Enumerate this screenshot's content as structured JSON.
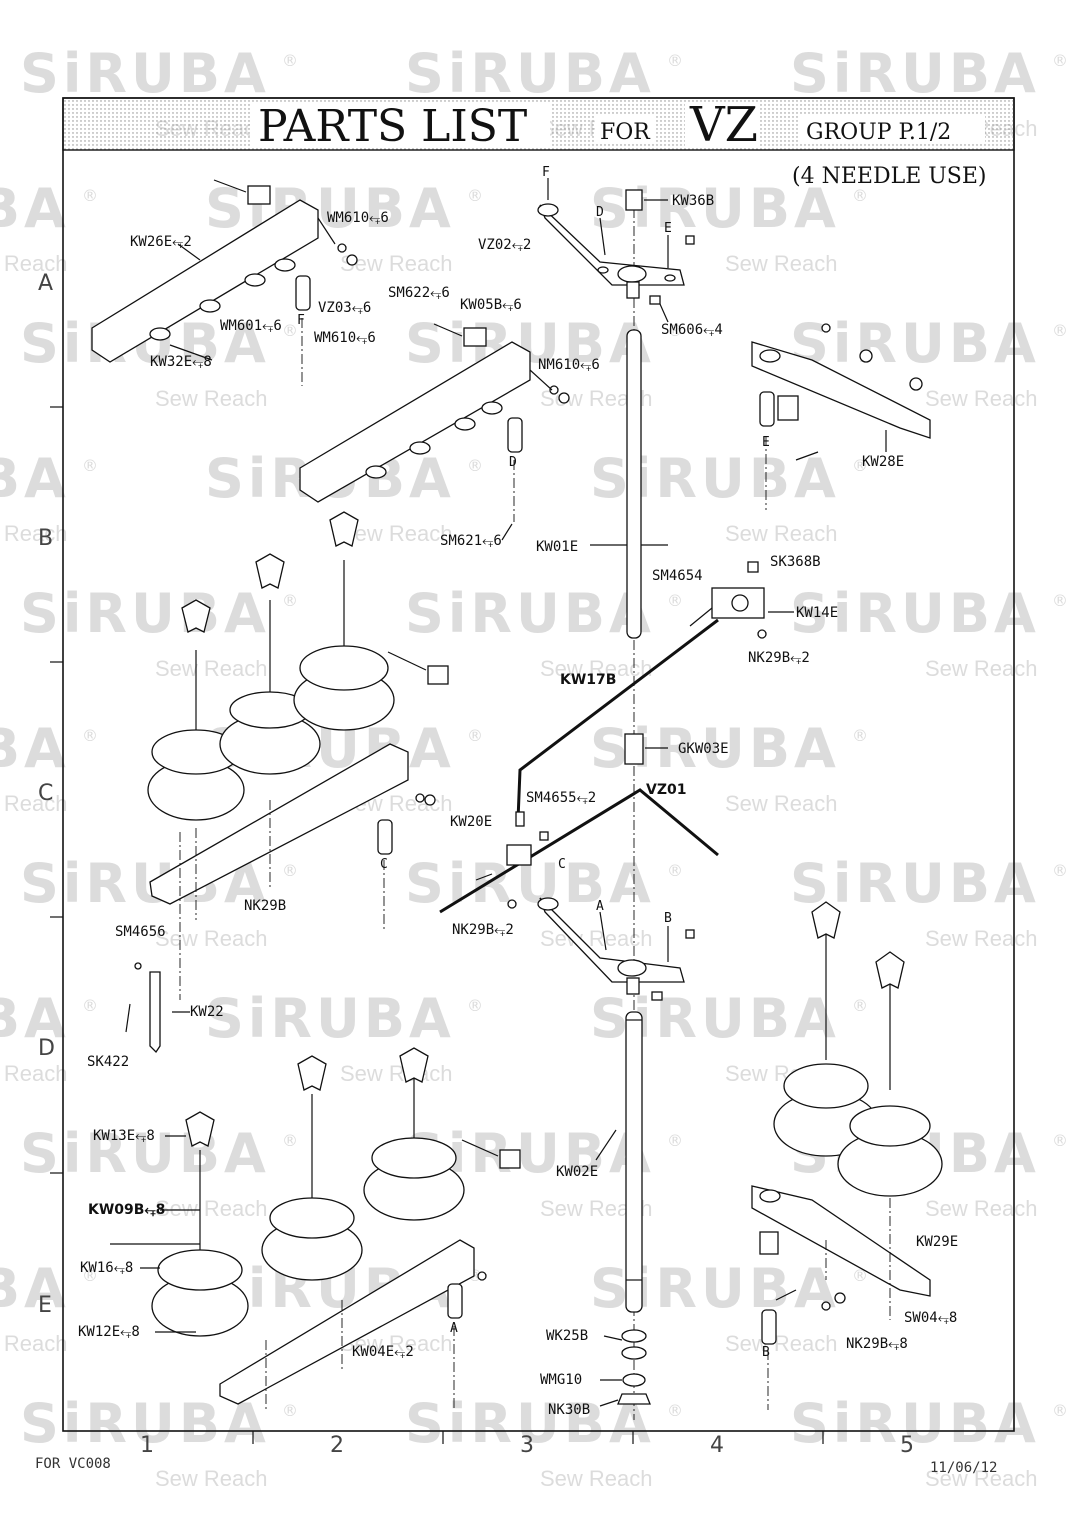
{
  "title": {
    "main": "PARTS LIST",
    "for": "FOR",
    "model": "VZ",
    "group": "GROUP P.1/2"
  },
  "subtitle": "(4 NEEDLE USE)",
  "watermark": {
    "logo": "SiRUBA",
    "sub": "Sew Reach",
    "reg": "®"
  },
  "row_labels": [
    "A",
    "B",
    "C",
    "D",
    "E"
  ],
  "column_labels": [
    "1",
    "2",
    "3",
    "4",
    "5"
  ],
  "footer": {
    "left": "FOR VC008",
    "right": "11/06/12"
  },
  "part_labels": {
    "kw36b": "KW36B",
    "vz02": "VZ02⥆2",
    "sm606": "SM606⥆4",
    "wm610_top": "WM610⥆6",
    "kw26e": "KW26E⥆2",
    "vz03": "VZ03⥆6",
    "wm601": "WM601⥆6",
    "wm610_bot": "WM610⥆6",
    "kw32e": "KW32E⥆8",
    "sm622": "SM622⥆6",
    "kw05b": "KW05B⥆6",
    "nm610": "NM610⥆6",
    "sm621": "SM621⥆6",
    "kw01e": "KW01E",
    "kw28e": "KW28E",
    "sm4654": "SM4654",
    "sk368b": "SK368B",
    "kw14e": "KW14E",
    "nk29b_2a": "NK29B⥆2",
    "kw17b": "KW17B",
    "gkw03e": "GKW03E",
    "sm4655": "SM4655⥆2",
    "vz01": "VZ01",
    "kw20e": "KW20E",
    "nk29b": "NK29B",
    "nk29b_2b": "NK29B⥆2",
    "sm4656": "SM4656",
    "kw22": "KW22",
    "sk422": "SK422",
    "kw13e": "KW13E⥆8",
    "kw09b": "KW09B⥆8",
    "kw16": "KW16⥆8",
    "kw12e": "KW12E⥆8",
    "kw04e": "KW04E⥆2",
    "kw02e": "KW02E",
    "wk25b": "WK25B",
    "wmg10": "WMG10",
    "nk30b": "NK30B",
    "kw29e": "KW29E",
    "sw04": "SW04⥆8",
    "nk29b_8": "NK29B⥆8"
  },
  "ref_letters": {
    "a": "A",
    "b": "B",
    "c": "C",
    "d": "D",
    "e": "E",
    "f": "F"
  }
}
